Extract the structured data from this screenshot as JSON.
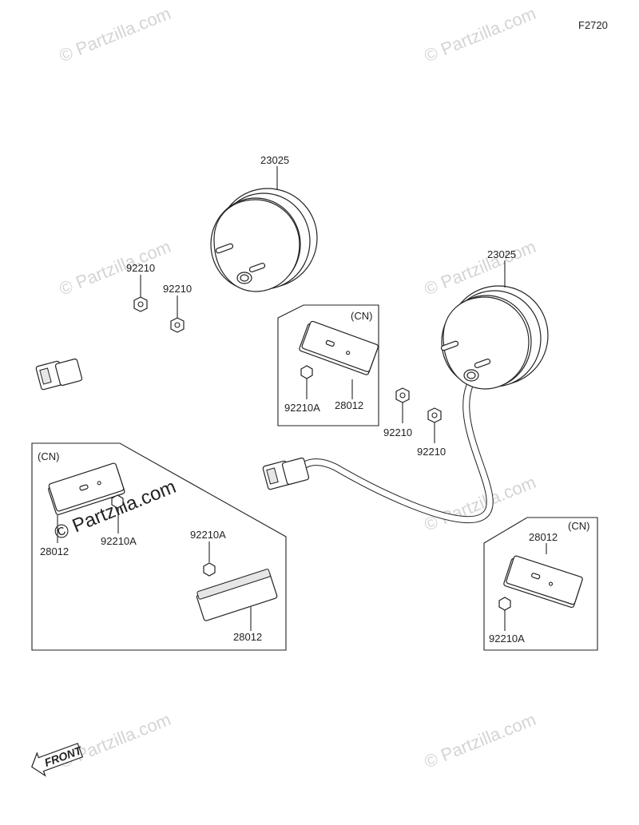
{
  "figure_code": "F2720",
  "watermark": "© Partzilla.com",
  "front_label": "FRONT",
  "cn_tag": "(CN)",
  "parts": {
    "lamp": "23025",
    "nut": "92210",
    "nut_a": "92210A",
    "reflector": "28012"
  }
}
